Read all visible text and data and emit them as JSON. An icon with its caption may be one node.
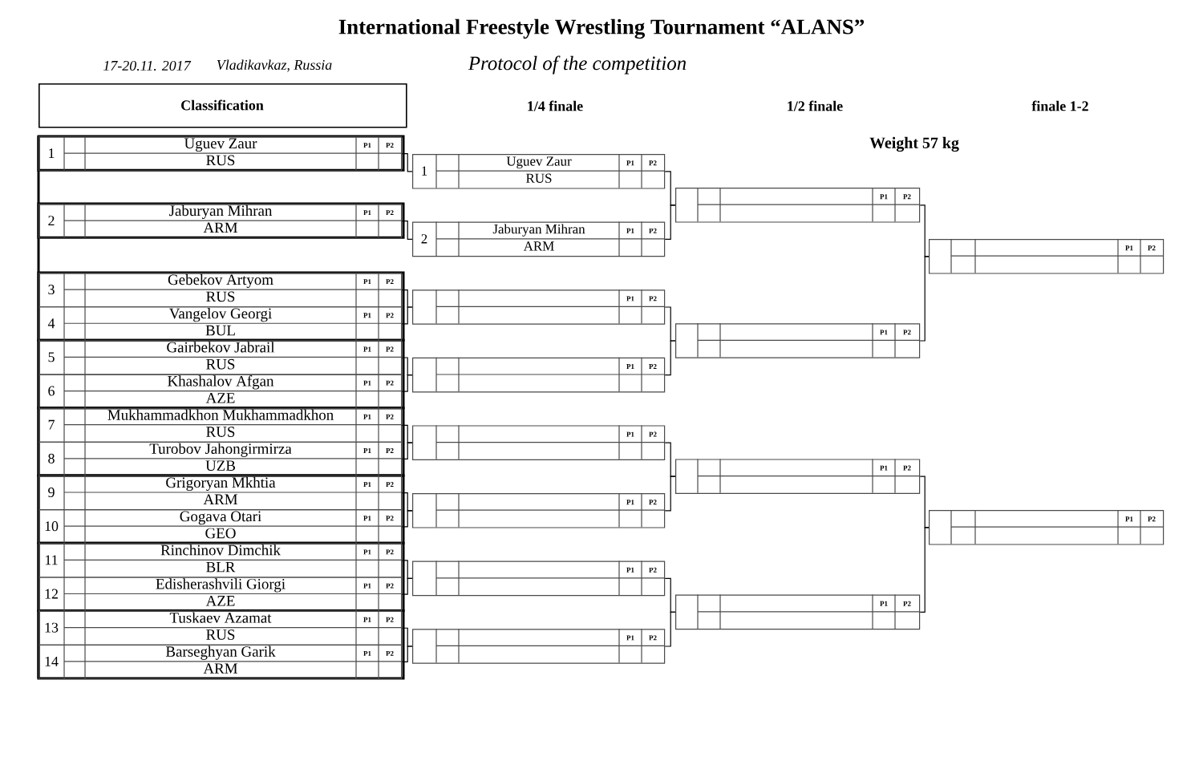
{
  "diagram": {
    "title": "International Freestyle Wrestling Tournament “ALANS”",
    "nodes": [
      {
        "text": [
          "Classification"
        ]
      },
      {
        "text": [
          "1",
          "Uguev Zaur",
          "RUS",
          "P1",
          "P2"
        ]
      },
      {
        "text": [
          "2",
          "Jaburyan Mihran",
          "ARM",
          "P1",
          "P2"
        ]
      },
      {
        "text": [
          "3",
          "Gebekov Artyom",
          "RUS",
          "P1",
          "P2"
        ]
      },
      {
        "text": [
          "4",
          "Vangelov Georgi",
          "BUL",
          "P1",
          "P2"
        ]
      },
      {
        "text": [
          "5",
          "Gairbekov Jabrail",
          "RUS",
          "P1",
          "P2"
        ]
      },
      {
        "text": [
          "6",
          "Khashalov Afgan",
          "AZE",
          "P1",
          "P2"
        ]
      },
      {
        "text": [
          "7",
          "Mukhammadkhon Mukhammadkhon",
          "RUS",
          "P1",
          "P2"
        ]
      },
      {
        "text": [
          "8",
          "Turobov Jahongirmirza",
          "UZB",
          "P1",
          "P2"
        ]
      },
      {
        "text": [
          "9",
          "Grigoryan Mkhtia",
          "ARM",
          "P1",
          "P2"
        ]
      },
      {
        "text": [
          "10",
          "Gogava Otari",
          "GEO",
          "P1",
          "P2"
        ]
      },
      {
        "text": [
          "11",
          "Rinchinov Dimchik",
          "BLR",
          "P1",
          "P2"
        ]
      },
      {
        "text": [
          "12",
          "Edisherashvili Giorgi",
          "AZE",
          "P1",
          "P2"
        ]
      },
      {
        "text": [
          "13",
          "Tuskaev Azamat",
          "RUS",
          "P1",
          "P2"
        ]
      },
      {
        "text": [
          "14",
          "Barseghyan Garik",
          "ARM",
          "P1",
          "P2"
        ]
      },
      {
        "text": [
          "1",
          "Uguev Zaur",
          "RUS",
          "P1",
          "P2"
        ]
      },
      {
        "text": [
          "2",
          "Jaburyan Mihran",
          "ARM",
          "P1",
          "P2"
        ]
      },
      {
        "text": [
          "P1",
          "P2"
        ]
      },
      {
        "text": [
          "P1",
          "P2"
        ]
      },
      {
        "text": [
          "P1",
          "P2"
        ]
      },
      {
        "text": [
          "P1",
          "P2"
        ]
      },
      {
        "text": [
          "P1",
          "P2"
        ]
      },
      {
        "text": [
          "P1",
          "P2"
        ]
      },
      {
        "text": [
          "P1",
          "P2"
        ]
      },
      {
        "text": [
          "P1",
          "P2"
        ]
      },
      {
        "text": [
          "P1",
          "P2"
        ]
      },
      {
        "text": [
          "P1",
          "P2"
        ]
      },
      {
        "text": [
          "P1",
          "P2"
        ]
      },
      {
        "text": [
          "P1",
          "P2"
        ]
      }
    ],
    "edges": [
      {
        "from": 1,
        "to": 15,
        "arrow": "none"
      },
      {
        "from": 2,
        "to": 16,
        "arrow": "none"
      },
      {
        "from": 3,
        "to": 17,
        "arrow": "none"
      },
      {
        "from": 4,
        "to": 17,
        "arrow": "none"
      },
      {
        "from": 5,
        "to": 18,
        "arrow": "none"
      },
      {
        "from": 6,
        "to": 18,
        "arrow": "none"
      },
      {
        "from": 7,
        "to": 19,
        "arrow": "none"
      },
      {
        "from": 8,
        "to": 19,
        "arrow": "none"
      },
      {
        "from": 9,
        "to": 20,
        "arrow": "none"
      },
      {
        "from": 10,
        "to": 20,
        "arrow": "none"
      },
      {
        "from": 11,
        "to": 21,
        "arrow": "none"
      },
      {
        "from": 12,
        "to": 21,
        "arrow": "none"
      },
      {
        "from": 13,
        "to": 22,
        "arrow": "none"
      },
      {
        "from": 14,
        "to": 22,
        "arrow": "none"
      },
      {
        "from": 15,
        "to": 23,
        "arrow": "none"
      },
      {
        "from": 16,
        "to": 23,
        "arrow": "none"
      },
      {
        "from": 17,
        "to": 24,
        "arrow": "none"
      },
      {
        "from": 18,
        "to": 24,
        "arrow": "none"
      },
      {
        "from": 19,
        "to": 25,
        "arrow": "none"
      },
      {
        "from": 20,
        "to": 25,
        "arrow": "none"
      },
      {
        "from": 21,
        "to": 26,
        "arrow": "none"
      },
      {
        "from": 22,
        "to": 26,
        "arrow": "none"
      },
      {
        "from": 23,
        "to": 27,
        "arrow": "none"
      },
      {
        "from": 24,
        "to": 27,
        "arrow": "none"
      },
      {
        "from": 25,
        "to": 28,
        "arrow": "none"
      },
      {
        "from": 26,
        "to": 28,
        "arrow": "none"
      }
    ],
    "labels": [
      "17-20.11. 2017",
      "Vladikavkaz, Russia",
      "Protocol of the competition",
      "1/4 finale",
      "1/2 finale",
      "finale 1-2",
      "Weight 57 kg"
    ]
  }
}
